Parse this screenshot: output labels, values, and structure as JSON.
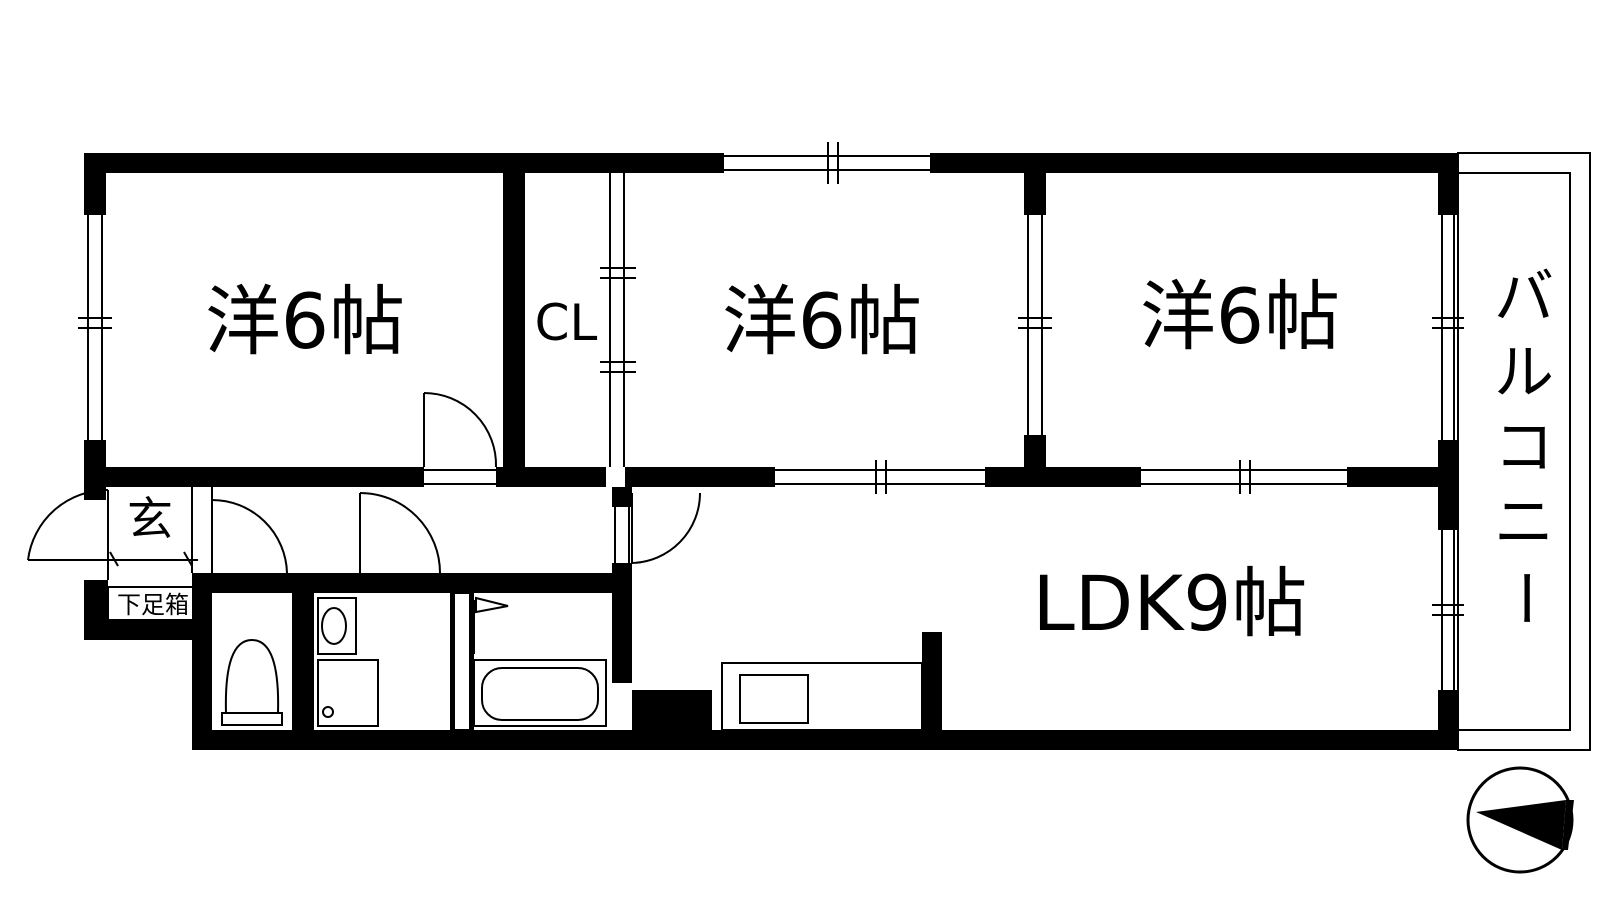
{
  "rooms": {
    "western1": "洋6帖",
    "western2": "洋6帖",
    "western3": "洋6帖",
    "closet": "CL",
    "ldk": "LDK9帖",
    "entrance": "玄",
    "shoe_box": "下足箱",
    "balcony": [
      "バ",
      "ル",
      "コ",
      "ニ",
      "ー"
    ]
  },
  "colors": {
    "wall": "#000000",
    "background": "#ffffff"
  },
  "icons": [
    "compass-icon",
    "toilet-icon",
    "sink-icon",
    "bathtub-icon",
    "kitchen-sink-icon",
    "door-swing-icon",
    "window-icon"
  ]
}
